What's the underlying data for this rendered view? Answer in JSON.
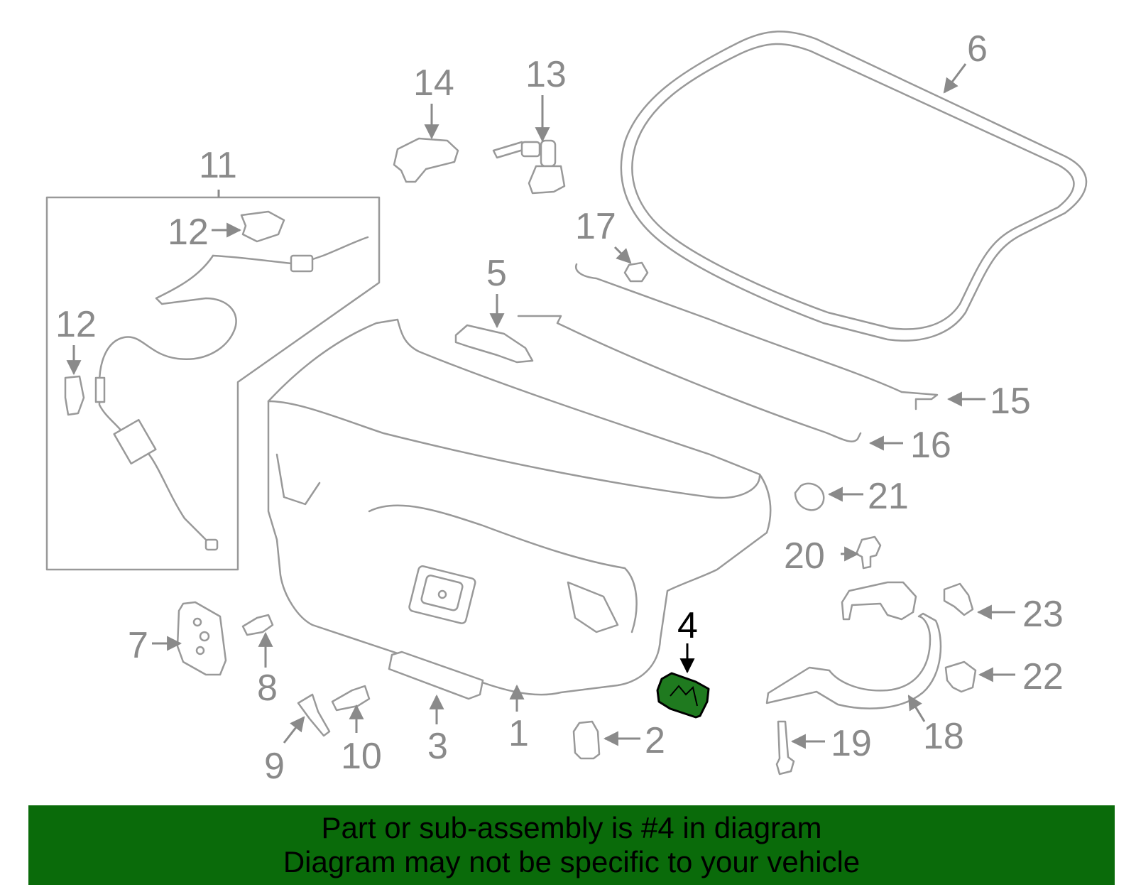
{
  "colors": {
    "highlight": "#1f7a1f",
    "banner_bg": "#0a6b0a",
    "part_stroke": "#999999",
    "label": "#8a8a8a",
    "highlight_label": "#000000"
  },
  "callouts": {
    "c1": "1",
    "c2": "2",
    "c3": "3",
    "c4": "4",
    "c5": "5",
    "c6": "6",
    "c7": "7",
    "c8": "8",
    "c9": "9",
    "c10": "10",
    "c11": "11",
    "c12a": "12",
    "c12b": "12",
    "c13": "13",
    "c14": "14",
    "c15": "15",
    "c16": "16",
    "c17": "17",
    "c18": "18",
    "c19": "19",
    "c20": "20",
    "c21": "21",
    "c22": "22",
    "c23": "23"
  },
  "highlighted_part": "4",
  "banner": {
    "line1": "Part or sub-assembly is #4 in diagram",
    "line2": "Diagram may not be specific to your vehicle"
  }
}
